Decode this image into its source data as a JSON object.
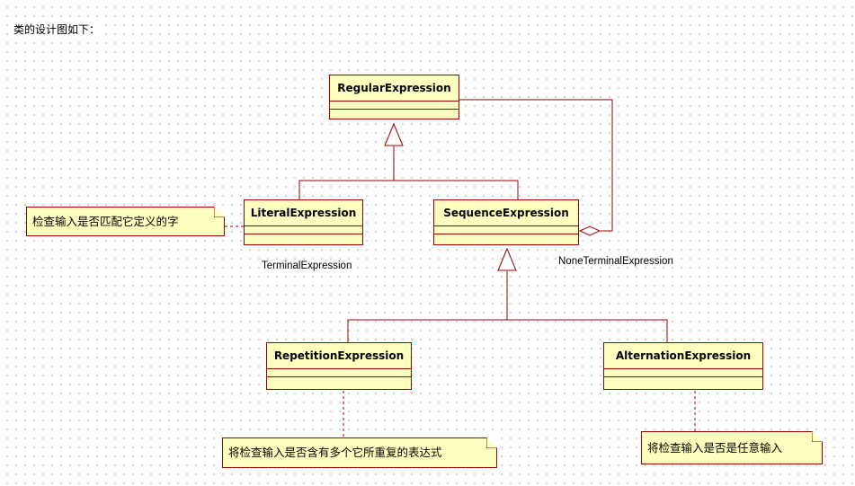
{
  "heading": "类的设计图如下：",
  "classes": {
    "regular": "RegularExpression",
    "literal": "LiteralExpression",
    "sequence": "SequenceExpression",
    "repetition": "RepetitionExpression",
    "alternation": "AlternationExpression"
  },
  "notes": {
    "literal": "检查输入是否匹配它定义的字",
    "repetition": "将检查输入是否含有多个它所重复的表达式",
    "alternation": "将检查输入是否是任意输入"
  },
  "labels": {
    "terminal": "TerminalExpression",
    "nonterminal": "NoneTerminalExpression"
  },
  "colors": {
    "class_fill": "#ffffc0",
    "line": "#9e0000"
  }
}
